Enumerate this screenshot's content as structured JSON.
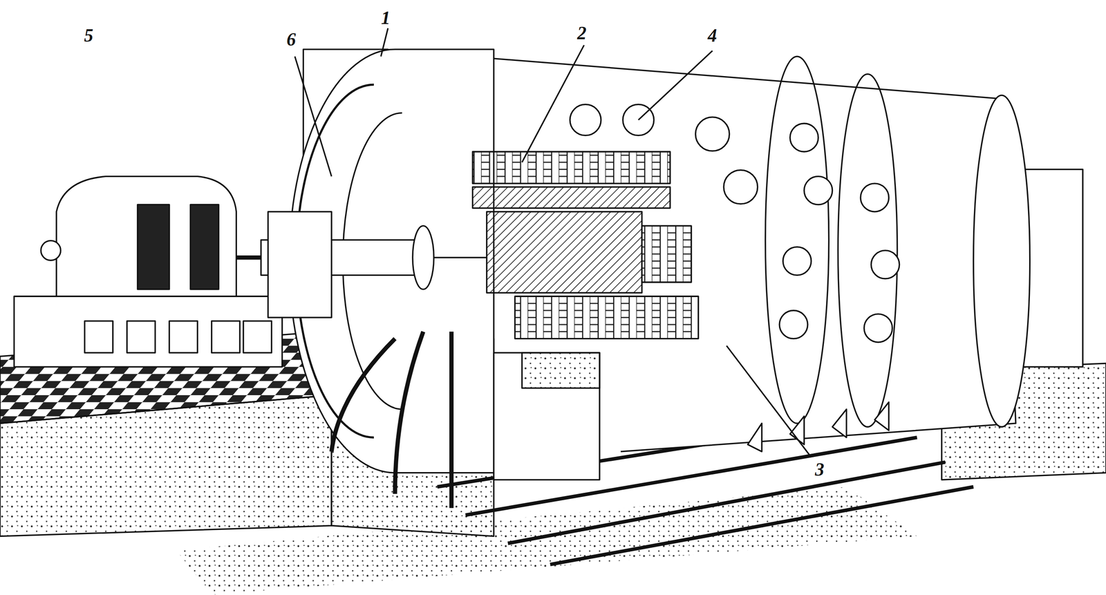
{
  "diagram": {
    "labels": [
      "5",
      "6",
      "1",
      "2",
      "4",
      "3"
    ]
  }
}
